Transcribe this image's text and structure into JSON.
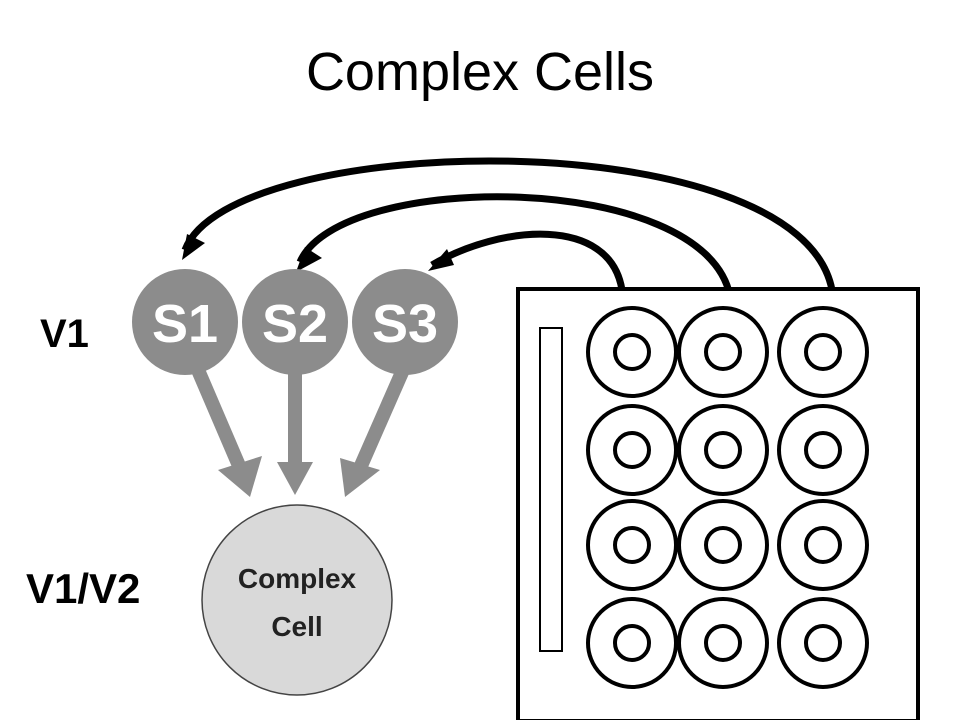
{
  "title": "Complex Cells",
  "labels": {
    "v1": "V1",
    "v1v2": "V1/V2"
  },
  "simple_cells": [
    "S1",
    "S2",
    "S3"
  ],
  "complex_cell": {
    "line1": "Complex",
    "line2": "Cell"
  },
  "colors": {
    "simple_cell_fill": "#8c8c8c",
    "simple_cell_text": "#ffffff",
    "complex_cell_fill": "#d9d9d9",
    "feedforward_arrow": "#8c8c8c",
    "feedback_arrow": "#000000"
  },
  "receptive_field_grid": {
    "rows": 4,
    "cols": 3
  }
}
